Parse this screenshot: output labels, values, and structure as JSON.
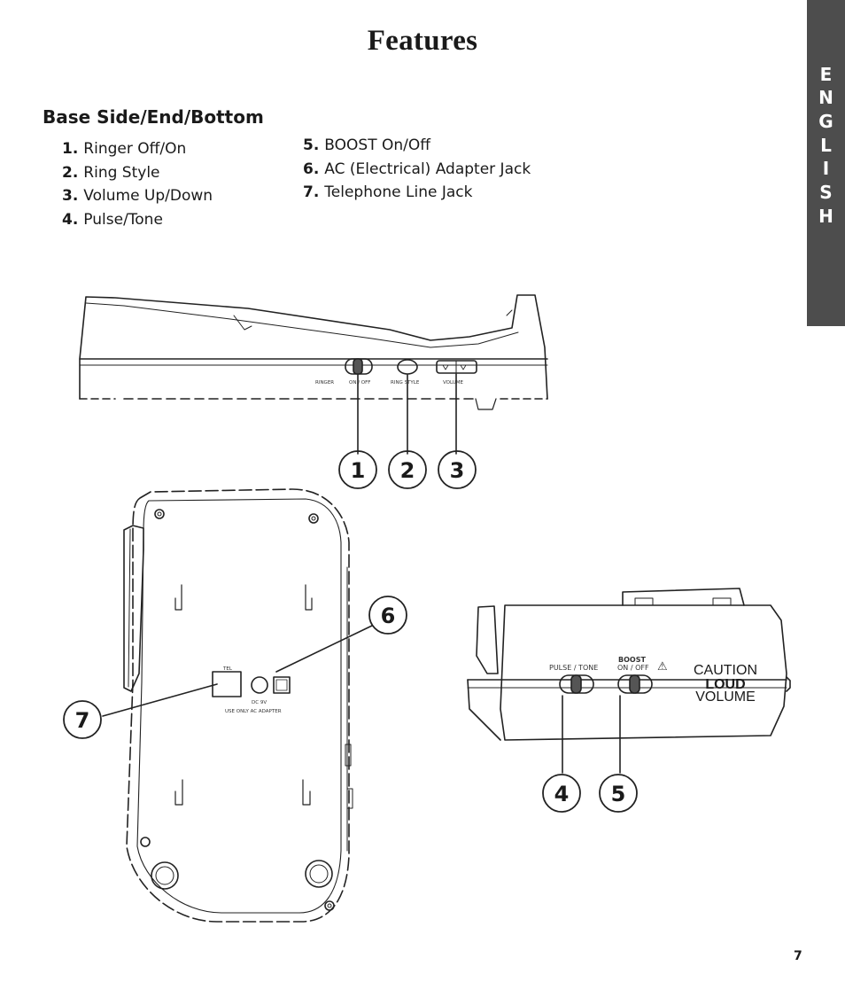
{
  "page": {
    "title": "Features",
    "section_title": "Base Side/End/Bottom",
    "page_number": "7"
  },
  "side_tab": {
    "letters": [
      "E",
      "N",
      "G",
      "L",
      "I",
      "S",
      "H"
    ],
    "color": "#4d4d4d"
  },
  "features_left": [
    {
      "num": "1.",
      "label": "Ringer Off/On"
    },
    {
      "num": "2.",
      "label": "Ring Style"
    },
    {
      "num": "3.",
      "label": "Volume Up/Down"
    },
    {
      "num": "4.",
      "label": "Pulse/Tone"
    }
  ],
  "features_right": [
    {
      "num": "5.",
      "label": "BOOST On/Off"
    },
    {
      "num": "6.",
      "label": "AC (Electrical) Adapter Jack"
    },
    {
      "num": "7.",
      "label": "Telephone Line Jack"
    }
  ],
  "callouts": [
    "1",
    "2",
    "3",
    "4",
    "5",
    "6",
    "7"
  ],
  "side_view_labels": {
    "ringer": "RINGER",
    "on_off": "ON / OFF",
    "ring_style": "RING STYLE",
    "volume": "VOLUME"
  },
  "bottom_view_labels": {
    "tel": "TEL",
    "dc": "DC 9V",
    "note": "USE ONLY AC ADAPTER"
  },
  "end_view_labels": {
    "pulse_tone": "PULSE / TONE",
    "boost": "BOOST",
    "boost_onoff": "ON / OFF",
    "warning_icon": "⚠",
    "caution": "CAUTION",
    "loud": "LOUD",
    "volume": "VOLUME"
  }
}
